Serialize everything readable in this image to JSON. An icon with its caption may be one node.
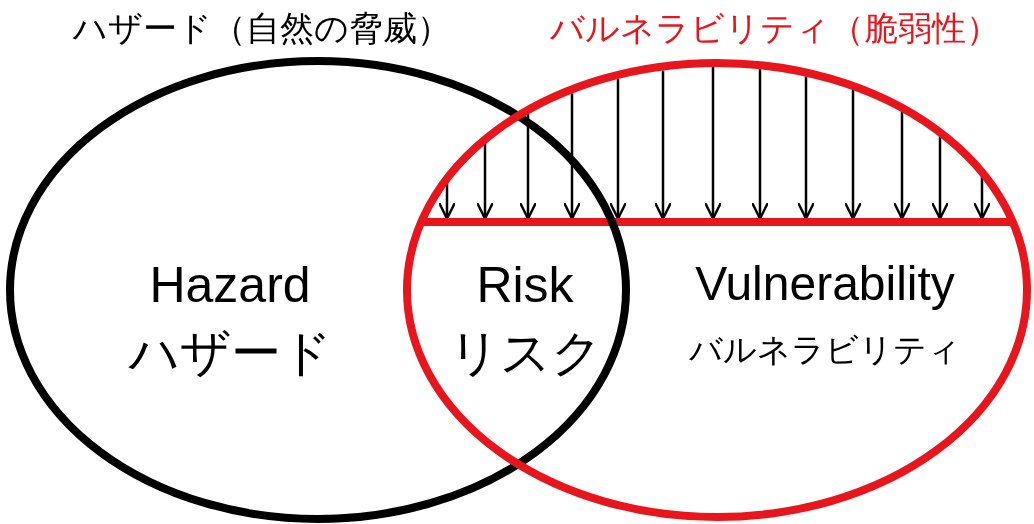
{
  "diagram": {
    "nodes": [
      {
        "text": [
          "ハザード（自然の脅威）",
          "Hazard",
          "ハザード"
        ]
      },
      {
        "text": [
          "バルネラビリティ（脆弱性）",
          "Vulnerability",
          "バルネラビリティ"
        ]
      }
    ],
    "labels": [
      "Risk",
      "リスク"
    ]
  }
}
